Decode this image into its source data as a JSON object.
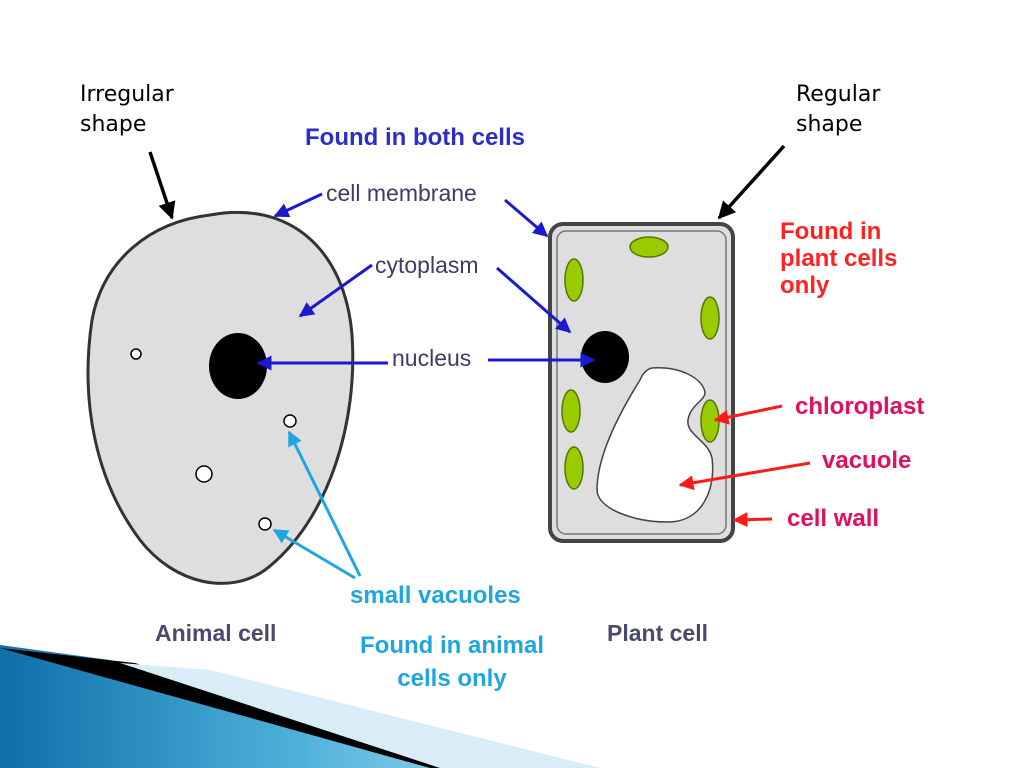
{
  "labels": {
    "irregular_shape": "Irregular\nshape",
    "regular_shape": "Regular\nshape",
    "found_in_both": "Found in both cells",
    "cell_membrane": "cell membrane",
    "cytoplasm": "cytoplasm",
    "nucleus": "nucleus",
    "found_in_plant_only": "Found in\nplant cells\nonly",
    "chloroplast": "chloroplast",
    "vacuole": "vacuole",
    "cell_wall": "cell wall",
    "small_vacuoles": "small vacuoles",
    "found_in_animal_only": "Found in animal\ncells only",
    "animal_cell": "Animal cell",
    "plant_cell": "Plant cell"
  },
  "colors": {
    "black_text": "#000000",
    "blue_arrow": "#1a1ad0",
    "red_arrow": "#ff1a1a",
    "cyan_arrow": "#1fa6e0",
    "cell_fill": "#dedede",
    "chloroplast_fill": "#99cc00",
    "nucleus_fill": "#000000"
  }
}
